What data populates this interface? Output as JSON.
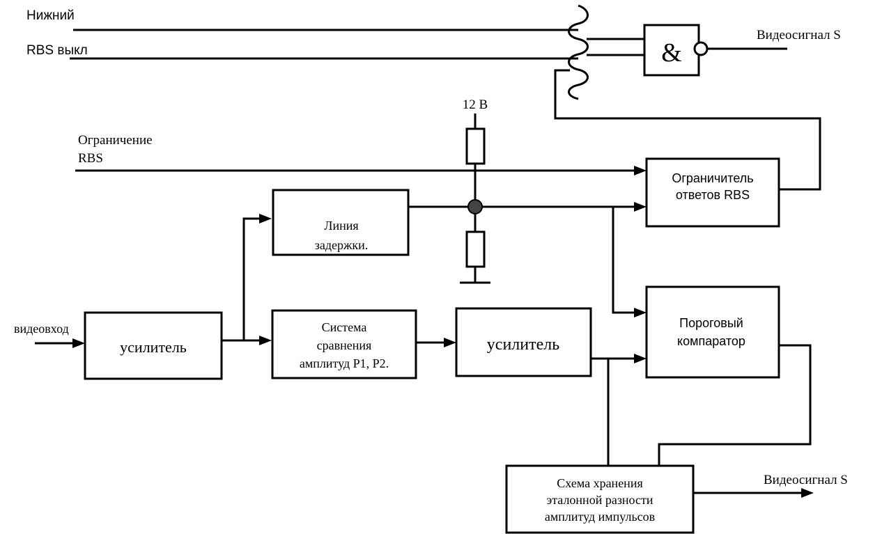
{
  "inputs": {
    "lower": "Нижний",
    "rbs_off": "RBS выкл",
    "rbs_limit_line1": "Ограничение",
    "rbs_limit_line2": "RBS",
    "video_in": "видеовход",
    "supply": "12 В"
  },
  "blocks": {
    "amplifier_1": "усилитель",
    "delay_line": [
      "Линия",
      "задержки."
    ],
    "amplitude_compare": [
      "Система",
      "сравнения",
      "амплитуд Р1, Р2."
    ],
    "amplifier_2": "усилитель",
    "rbs_limiter": [
      "Ограничитель",
      "ответов RBS"
    ],
    "threshold_comparator": [
      "Пороговый",
      "компаратор"
    ],
    "reference_storage": [
      "Схема хранения",
      "эталонной разности",
      "амплитуд импульсов"
    ],
    "and_gate": "&"
  },
  "outputs": {
    "video_s_top": "Видеосигнал S",
    "video_s_bottom": "Видеосигнал S"
  }
}
